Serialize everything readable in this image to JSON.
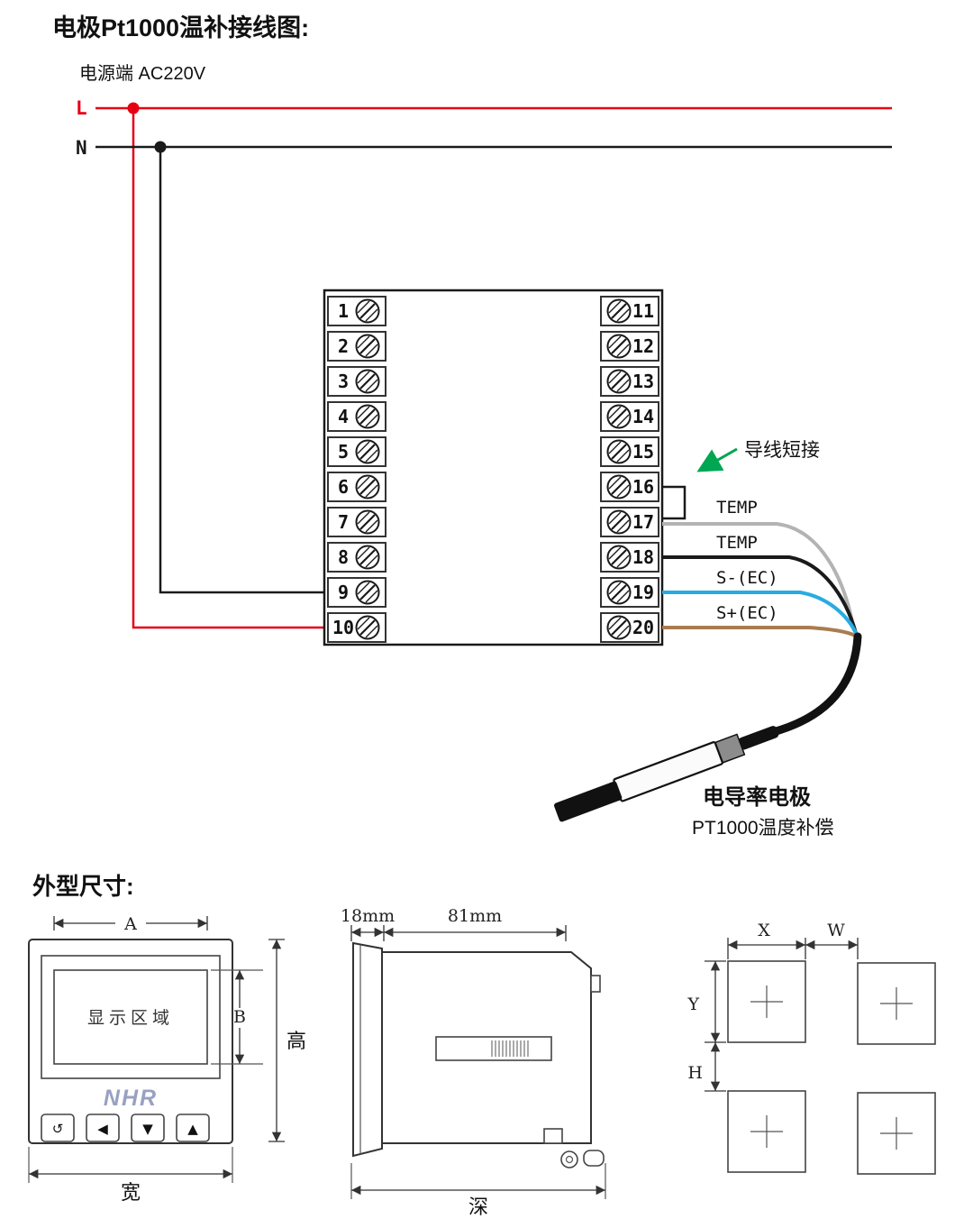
{
  "page": {
    "title": "电极Pt1000温补接线图:",
    "outline_title": "外型尺寸:"
  },
  "power": {
    "source_label": "电源端 AC220V",
    "live_label": "L",
    "neutral_label": "N",
    "live_color": "#e60012",
    "neutral_color": "#1a1a1a"
  },
  "terminal_block": {
    "left": [
      "1",
      "2",
      "3",
      "4",
      "5",
      "6",
      "7",
      "8",
      "9",
      "10"
    ],
    "right": [
      "11",
      "12",
      "13",
      "14",
      "15",
      "16",
      "17",
      "18",
      "19",
      "20"
    ]
  },
  "wiring": {
    "jumper_label": "导线短接",
    "jumper_arrow_color": "#00a651",
    "wires": [
      {
        "label": "TEMP",
        "color": "#b3b3b3",
        "terminal": "17"
      },
      {
        "label": "TEMP",
        "color": "#1a1a1a",
        "terminal": "18"
      },
      {
        "label": "S-(EC)",
        "color": "#29abe2",
        "terminal": "19"
      },
      {
        "label": "S+(EC)",
        "color": "#a97c50",
        "terminal": "20"
      }
    ],
    "probe_name": "电导率电极",
    "probe_note": "PT1000温度补偿"
  },
  "outline": {
    "front": {
      "display_label": "显示区域",
      "logo": "NHR",
      "buttons": [
        "↺",
        "◀",
        "▼",
        "▲"
      ],
      "dim_width_top": "A",
      "dim_display_height": "B",
      "dim_height": "高",
      "dim_width_bottom": "宽"
    },
    "side": {
      "dim_bezel": "18mm",
      "dim_body": "81mm",
      "dim_depth": "深"
    },
    "cutout": {
      "dim_x": "X",
      "dim_w": "W",
      "dim_y": "Y",
      "dim_h": "H"
    }
  }
}
